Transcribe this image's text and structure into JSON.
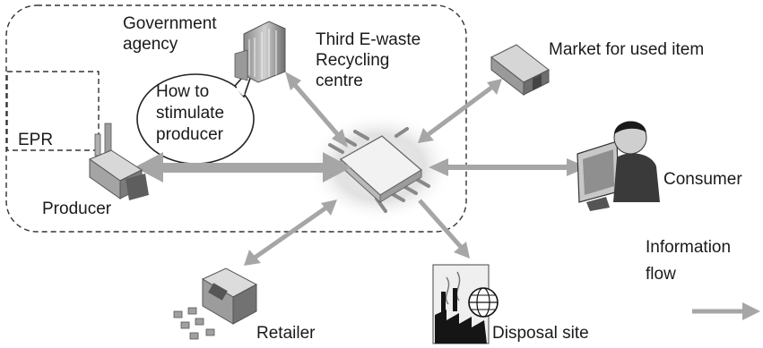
{
  "labels": {
    "government_agency_line1": "Government",
    "government_agency_line2": "agency",
    "recycling_line1": "Third E-waste",
    "recycling_line2": "Recycling",
    "recycling_line3": "centre",
    "market": "Market for used item",
    "epr": "EPR",
    "bubble_line1": "How to",
    "bubble_line2": "stimulate",
    "bubble_line3": "producer",
    "producer": "Producer",
    "consumer": "Consumer",
    "retailer": "Retailer",
    "disposal": "Disposal site",
    "legend_line1": "Information",
    "legend_line2": "flow"
  },
  "nodes": [
    "hub-chip",
    "government-agency",
    "recycling-centre",
    "market-for-used-item",
    "producer",
    "consumer",
    "retailer",
    "disposal-site"
  ],
  "colors": {
    "arrow": "#a6a6a6",
    "ink": "#1a1a1a",
    "dashed_border": "#333333"
  }
}
